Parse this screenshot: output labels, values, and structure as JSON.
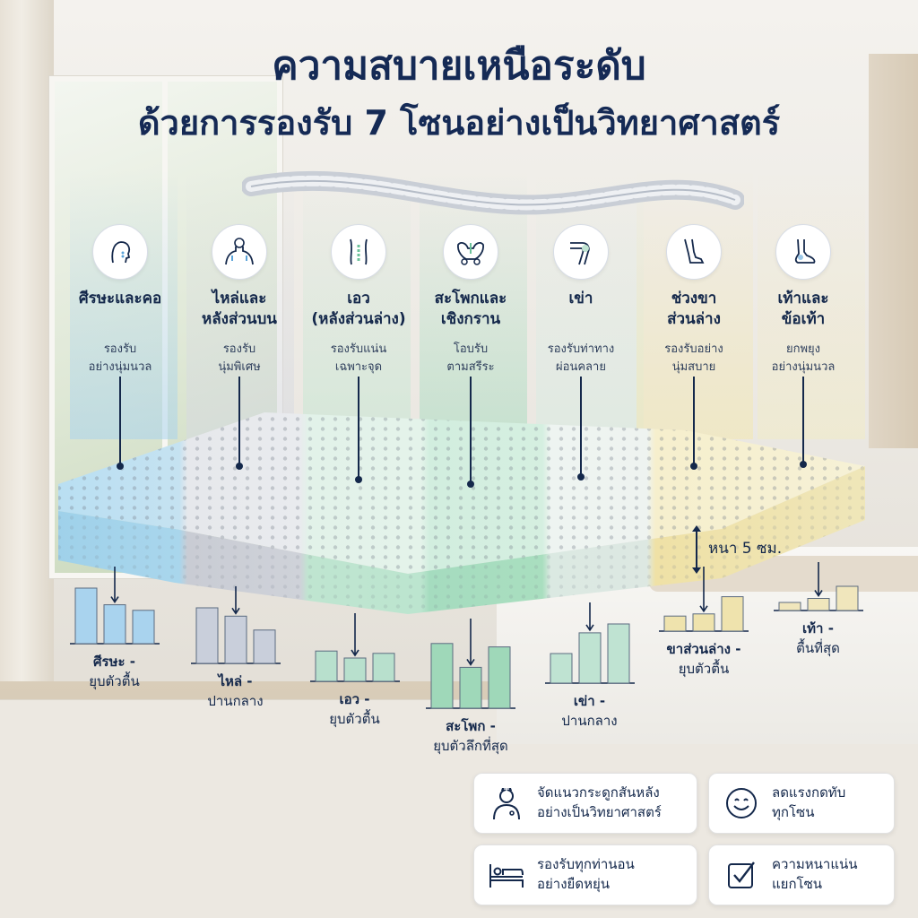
{
  "title": {
    "line1": "ความสบายเหนือระดับ",
    "line2": "ด้วยการรองรับ 7 โซนอย่างเป็นวิทยาศาสตร์"
  },
  "zones": [
    {
      "name1": "ศีรษะและคอ",
      "name2": "",
      "desc1": "รองรับ",
      "desc2": "อย่างนุ่มนวล",
      "icon": "head-neck-icon",
      "color": "#a9d3ee"
    },
    {
      "name1": "ไหล่และ",
      "name2": "หลังส่วนบน",
      "desc1": "รองรับ",
      "desc2": "นุ่มพิเศษ",
      "icon": "shoulders-icon",
      "color": "#d6d9e2"
    },
    {
      "name1": "เอว",
      "name2": "(หลังส่วนล่าง)",
      "desc1": "รองรับแน่น",
      "desc2": "เฉพาะจุด",
      "icon": "lower-back-icon",
      "color": "#c3e6d2"
    },
    {
      "name1": "สะโพกและ",
      "name2": "เชิงกราน",
      "desc1": "โอบรับ",
      "desc2": "ตามสรีระ",
      "icon": "pelvis-icon",
      "color": "#a8dcc0"
    },
    {
      "name1": "เข่า",
      "name2": "",
      "desc1": "รองรับท่าทาง",
      "desc2": "ผ่อนคลาย",
      "icon": "knee-icon",
      "color": "#d7ece3"
    },
    {
      "name1": "ช่วงขา",
      "name2": "ส่วนล่าง",
      "desc1": "รองรับอย่าง",
      "desc2": "นุ่มสบาย",
      "icon": "lower-leg-icon",
      "color": "#f3e7b0"
    },
    {
      "name1": "เท้าและ",
      "name2": "ข้อเท้า",
      "desc1": "ยกพยุง",
      "desc2": "อย่างนุ่มนวล",
      "icon": "foot-icon",
      "color": "#f2ebc6"
    }
  ],
  "thickness": "หนา 5 ซม.",
  "charts": [
    {
      "title": "ศีรษะ -",
      "sub": "ยุบตัวตื้น",
      "bars": [
        1.0,
        0.7,
        0.6
      ],
      "color": "#a9d3ee"
    },
    {
      "title": "ไหล่ -",
      "sub": "ปานกลาง",
      "bars": [
        1.0,
        0.85,
        0.6
      ],
      "color": "#c9cfdb"
    },
    {
      "title": "เอว -",
      "sub": "ยุบตัวตื้น",
      "bars": [
        0.65,
        0.5,
        0.6
      ],
      "color": "#b8e0cd"
    },
    {
      "title": "สะโพก -",
      "sub": "ยุบตัวลึกที่สุด",
      "bars": [
        0.95,
        0.6,
        0.9
      ],
      "color": "#9fd8b9"
    },
    {
      "title": "เข่า -",
      "sub": "ปานกลาง",
      "bars": [
        0.5,
        0.85,
        1.0
      ],
      "color": "#bfe3d2"
    },
    {
      "title": "ขาส่วนล่าง -",
      "sub": "ยุบตัวตื้น",
      "bars": [
        0.35,
        0.4,
        0.8
      ],
      "color": "#efe3ad"
    },
    {
      "title": "เท้า -",
      "sub": "ตื้นที่สุด",
      "bars": [
        0.3,
        0.45,
        0.9
      ],
      "color": "#f0e6bc"
    }
  ],
  "features": [
    {
      "line1": "จัดแนวกระดูกสันหลัง",
      "line2": "อย่างเป็นวิทยาศาสตร์",
      "icon": "doctor-icon"
    },
    {
      "line1": "ลดแรงกดทับ",
      "line2": "ทุกโซน",
      "icon": "smile-icon"
    },
    {
      "line1": "รองรับทุกท่านอน",
      "line2": "อย่างยืดหยุ่น",
      "icon": "bed-icon"
    },
    {
      "line1": "ความหนาแน่น",
      "line2": "แยกโซน",
      "icon": "checkbox-icon"
    }
  ]
}
